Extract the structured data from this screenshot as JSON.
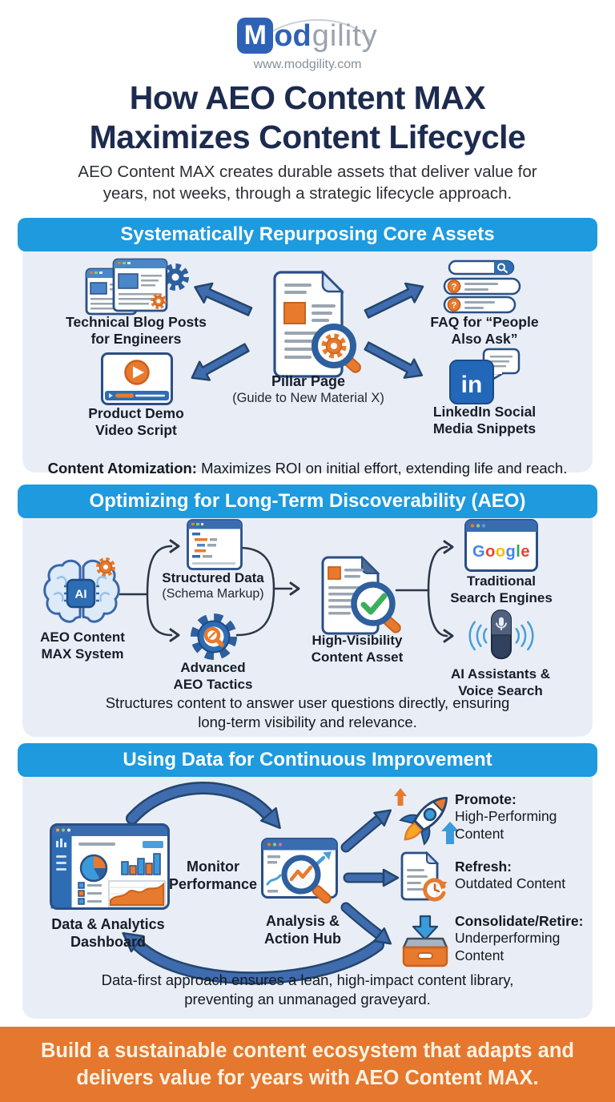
{
  "brand": {
    "logo_m": "M",
    "logo_od": "od",
    "logo_suffix": "gility",
    "url": "www.modgility.com"
  },
  "header": {
    "title": "How AEO Content MAX\nMaximizes Content Lifecycle",
    "subtitle": "AEO Content MAX creates durable assets that deliver value for\nyears, not weeks, through a strategic lifecycle approach."
  },
  "section1": {
    "title": "Systematically Repurposing Core Assets",
    "blog_label": "Technical Blog Posts\nfor Engineers",
    "video_label": "Product Demo\nVideo Script",
    "pillar_label": "Pillar Page",
    "pillar_sub": "(Guide to New Material X)",
    "faq_label": "FAQ for “People\nAlso Ask”",
    "faq_q": "?",
    "linkedin_label": "LinkedIn Social\nMedia Snippets",
    "linkedin_glyph": "in",
    "caption_bold": "Content Atomization:",
    "caption_rest": " Maximizes ROI on initial effort, extending life and reach."
  },
  "section2": {
    "title": "Optimizing for Long-Term Discoverability (AEO)",
    "system_label": "AEO Content\nMAX System",
    "ai_glyph": "AI",
    "structured_label": "Structured Data",
    "structured_sub": "(Schema Markup)",
    "tactics_label": "Advanced\nAEO Tactics",
    "asset_label": "High-Visibility\nContent Asset",
    "google_text": "Google",
    "search_label": "Traditional\nSearch Engines",
    "voice_label": "AI Assistants &\nVoice Search",
    "caption": "Structures content to answer user questions directly, ensuring\nlong-term visibility and relevance."
  },
  "section3": {
    "title": "Using Data for Continuous Improvement",
    "dashboard_label": "Data & Analytics\nDashboard",
    "monitor_label": "Monitor\nPerformance",
    "hub_label": "Analysis &\nAction Hub",
    "promote_bold": "Promote:",
    "promote_rest": "High-Performing\nContent",
    "refresh_bold": "Refresh:",
    "refresh_rest": "Outdated Content",
    "retire_bold": "Consolidate/Retire:",
    "retire_rest": "Underperforming\nContent",
    "caption": "Data-first approach ensures a lean, high-impact content library,\npreventing an unmanaged graveyard."
  },
  "footer": {
    "text": "Build a sustainable content ecosystem that adapts and\ndelivers value for years with AEO Content MAX."
  },
  "colors": {
    "accent_blue": "#1e9ade",
    "body_bg": "#e9eef6",
    "footer_orange": "#e5772e",
    "arrow_blue": "#3f6cae",
    "navy": "#1c2b4e",
    "orange": "#e87a2e",
    "google_letter_colors": [
      "#4285F4",
      "#EA4335",
      "#FBBC05",
      "#4285F4",
      "#34A853",
      "#EA4335"
    ]
  }
}
